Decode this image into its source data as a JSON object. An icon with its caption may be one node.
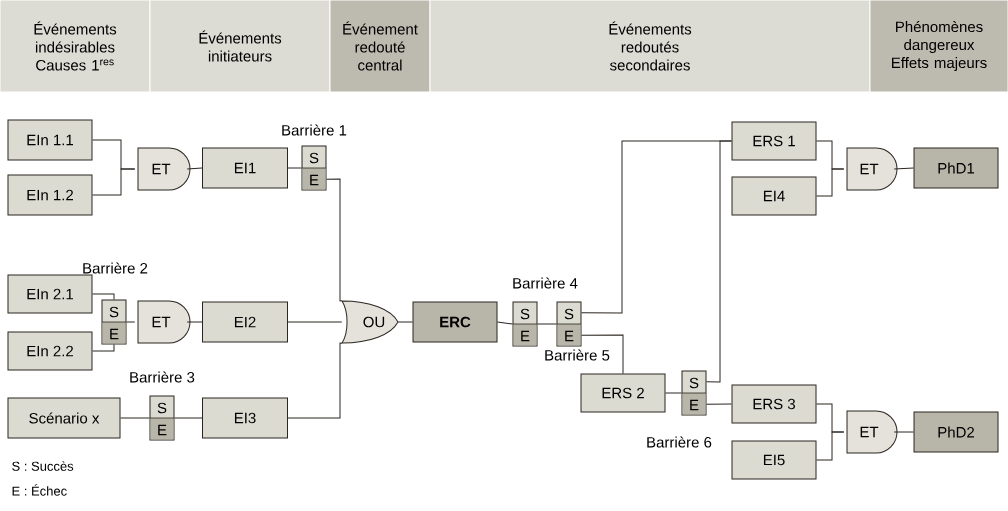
{
  "diagram": {
    "nodes": [
      {
        "text": [
          "Événements indésirables Causes 1$^{res}$"
        ]
      },
      {
        "text": [
          "Événements initiateurs"
        ]
      },
      {
        "text": [
          "Événement redouté central"
        ]
      },
      {
        "text": [
          "Événements redoutés secondaires"
        ]
      },
      {
        "text": [
          "Phénomènes dangereux Effets majeurs"
        ]
      },
      {
        "text": [
          "EIn 1.1"
        ]
      },
      {
        "text": [
          "EIn 1.2"
        ]
      },
      {
        "text": [
          "ET"
        ]
      },
      {
        "text": [
          "EI1"
        ]
      },
      {
        "text": [
          "S",
          "E"
        ],
        "beside": [
          "Barrière 1"
        ]
      },
      {
        "text": [
          "EIn 2.1"
        ]
      },
      {
        "text": [
          "EIn 2.2"
        ]
      },
      {
        "text": [
          "S",
          "E"
        ]
      },
      {
        "text": [
          "ET"
        ]
      },
      {
        "text": [
          "EI2"
        ]
      },
      {
        "text": [
          "OU"
        ]
      },
      {
        "text": [
          "ERC"
        ]
      },
      {
        "text": [
          "S",
          "E"
        ],
        "beside": [
          "Barrière 4"
        ]
      },
      {
        "text": [
          "S",
          "E"
        ],
        "beside": [
          "Barrière 5"
        ]
      },
      {
        "text": [
          "Scénario x"
        ]
      },
      {
        "text": [
          "S",
          "E"
        ],
        "beside": [
          "Barrière 3"
        ]
      },
      {
        "text": [
          "EI3"
        ]
      },
      {
        "text": [
          "ERS 1"
        ]
      },
      {
        "text": [
          "EI4"
        ]
      },
      {
        "text": [
          "ET"
        ]
      },
      {
        "text": [
          "PhD1"
        ]
      },
      {
        "text": [
          "ERS 2"
        ]
      },
      {
        "text": [
          "S",
          "E"
        ],
        "beside": [
          "Barrière 6"
        ]
      },
      {
        "text": [
          "ERS 3"
        ]
      },
      {
        "text": [
          "EI5"
        ]
      },
      {
        "text": [
          "ET"
        ]
      },
      {
        "text": [
          "PhD2"
        ]
      }
    ],
    "edges": [
      {
        "from": 5,
        "to": 7,
        "arrow": "none"
      },
      {
        "from": 6,
        "to": 7,
        "arrow": "none"
      },
      {
        "from": 7,
        "to": 8,
        "arrow": "none"
      },
      {
        "from": 8,
        "to": 9,
        "arrow": "none"
      },
      {
        "from": 9,
        "to": 15,
        "arrow": "none"
      },
      {
        "from": 10,
        "to": 12,
        "arrow": "none"
      },
      {
        "from": 11,
        "to": 12,
        "arrow": "none"
      },
      {
        "from": 12,
        "to": 13,
        "arrow": "none"
      },
      {
        "from": 13,
        "to": 14,
        "arrow": "none"
      },
      {
        "from": 14,
        "to": 15,
        "arrow": "none"
      },
      {
        "from": 19,
        "to": 20,
        "arrow": "none"
      },
      {
        "from": 20,
        "to": 21,
        "arrow": "none"
      },
      {
        "from": 21,
        "to": 15,
        "arrow": "none"
      },
      {
        "from": 15,
        "to": 16,
        "arrow": "none"
      },
      {
        "from": 16,
        "to": 17,
        "arrow": "none"
      },
      {
        "from": 17,
        "to": 18,
        "arrow": "none"
      },
      {
        "from": 18,
        "to": 22,
        "arrow": "none"
      },
      {
        "from": 18,
        "to": 26,
        "arrow": "none"
      },
      {
        "from": 26,
        "to": 27,
        "arrow": "none"
      },
      {
        "from": 27,
        "to": 22,
        "arrow": "none"
      },
      {
        "from": 27,
        "to": 28,
        "arrow": "none"
      },
      {
        "from": 22,
        "to": 24,
        "arrow": "none"
      },
      {
        "from": 23,
        "to": 24,
        "arrow": "none"
      },
      {
        "from": 24,
        "to": 25,
        "arrow": "none"
      },
      {
        "from": 28,
        "to": 30,
        "arrow": "none"
      },
      {
        "from": 29,
        "to": 30,
        "arrow": "none"
      },
      {
        "from": 30,
        "to": 31,
        "arrow": "none"
      }
    ],
    "labels": [
      "Barrière 2",
      "S : Succès",
      "E : Échec"
    ]
  }
}
